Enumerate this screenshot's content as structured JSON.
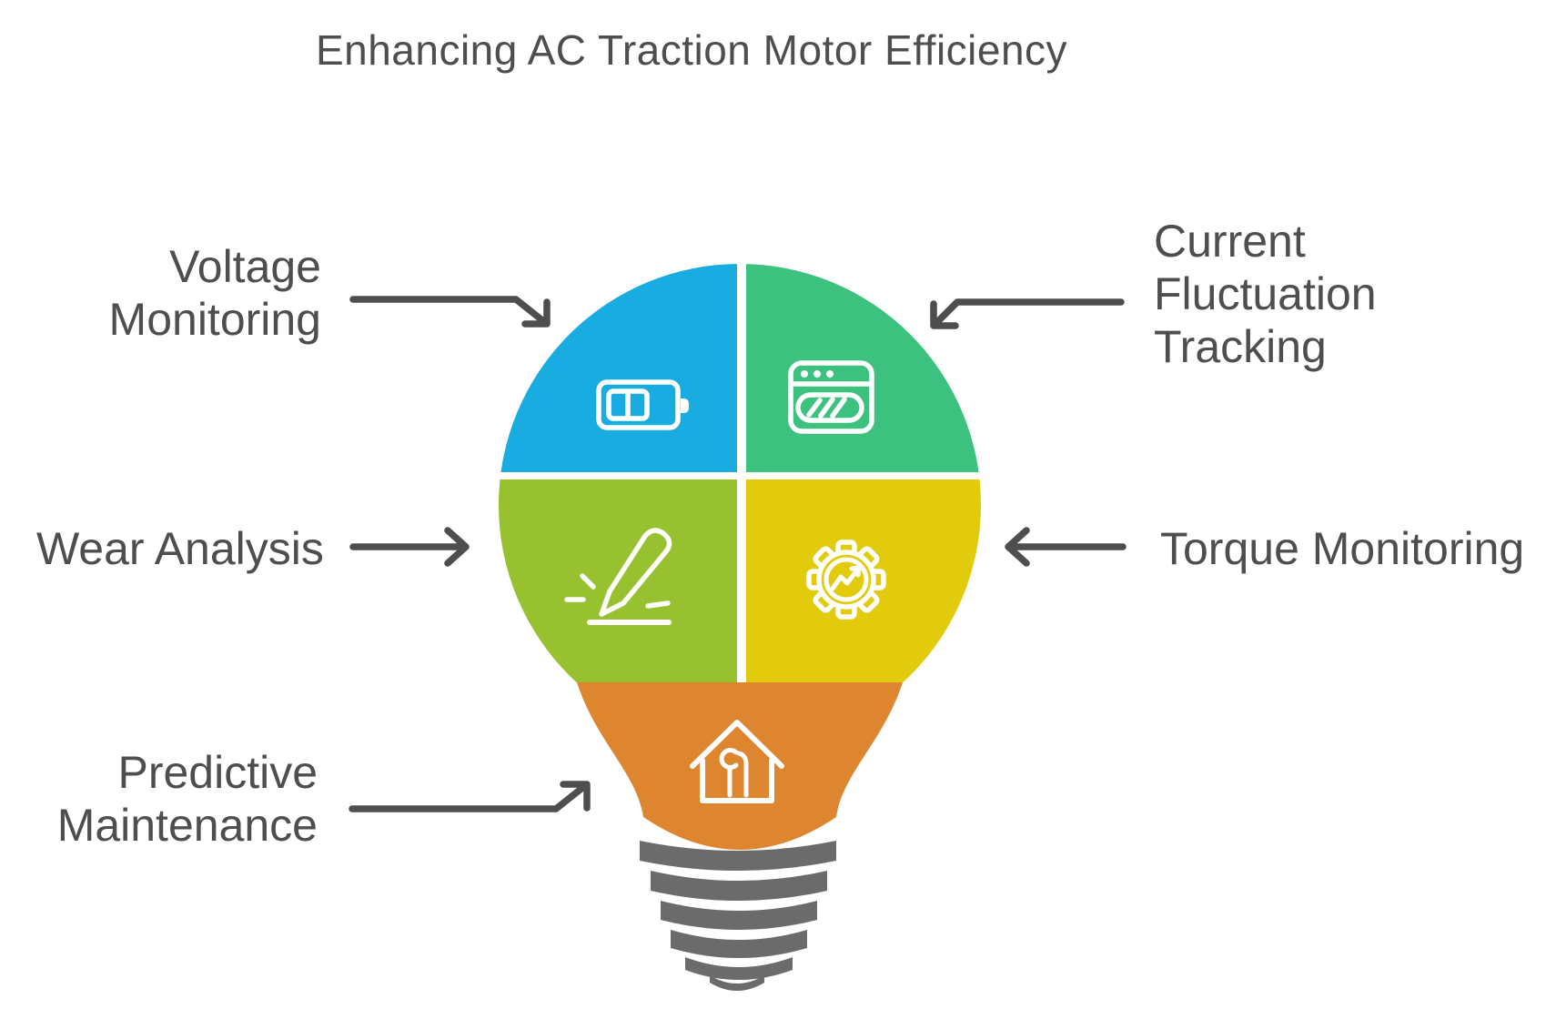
{
  "title": "Enhancing AC Traction Motor Efficiency",
  "colors": {
    "blue": "#18ace0",
    "green": "#3cc17e",
    "lime": "#97c12f",
    "yellow": "#e2ca0c",
    "orange": "#de8530",
    "base_gray": "#6b6b6b",
    "text": "#4e4e4e",
    "icon": "#ffffff"
  },
  "labels": {
    "voltage": {
      "line1": "Voltage",
      "line2": "Monitoring"
    },
    "current": {
      "line1": "Current",
      "line2": "Fluctuation",
      "line3": "Tracking"
    },
    "wear": {
      "line1": "Wear Analysis"
    },
    "torque": {
      "line1": "Torque Monitoring"
    },
    "predictive": {
      "line1": "Predictive",
      "line2": "Maintenance"
    }
  },
  "segments": [
    {
      "name": "voltage-monitoring",
      "icon": "battery-icon",
      "color": "#18ace0",
      "position": "top-left"
    },
    {
      "name": "current-fluctuation-tracking",
      "icon": "dashboard-window-icon",
      "color": "#3cc17e",
      "position": "top-right"
    },
    {
      "name": "wear-analysis",
      "icon": "scalpel-icon",
      "color": "#97c12f",
      "position": "bottom-left"
    },
    {
      "name": "torque-monitoring",
      "icon": "gear-chart-icon",
      "color": "#e2ca0c",
      "position": "bottom-right"
    },
    {
      "name": "predictive-maintenance",
      "icon": "house-wrench-icon",
      "color": "#de8530",
      "position": "neck"
    }
  ]
}
